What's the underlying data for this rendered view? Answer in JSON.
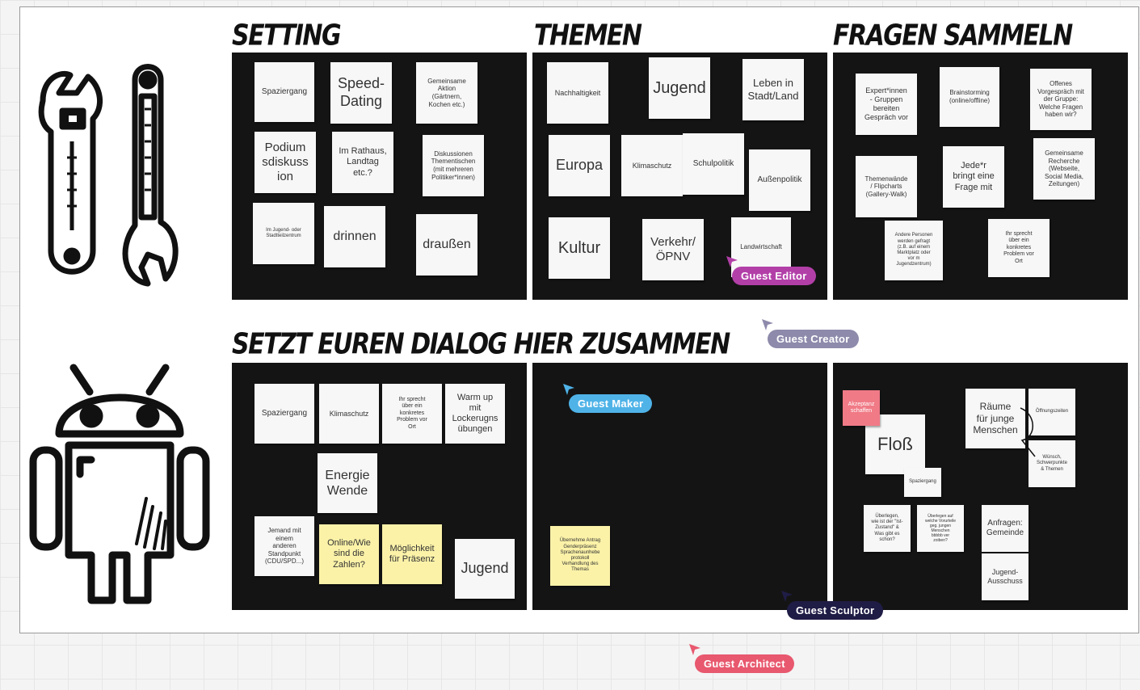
{
  "colors": {
    "panel": "#141414",
    "note": "#f7f7f7",
    "note_yellow": "#fbf2a8",
    "note_pink": "#f07a86",
    "guest_editor": "#b23fa8",
    "guest_creator": "#8d8aab",
    "guest_maker": "#4fb3e8",
    "guest_sculptor": "#1f1c45",
    "guest_architect": "#e8586e"
  },
  "sections": {
    "setting": "Setting",
    "themen": "Themen",
    "fragen": "Fragen sammeln",
    "dialog": "Setzt euren Dialog hier zusammen"
  },
  "notes": {
    "spaziergang": "Spaziergang",
    "speed_dating": "Speed-\nDating",
    "gemeinsame_aktion": "Gemeinsame\nAktion\n(Gärtnern,\nKochen etc.)",
    "podium": "Podium\nsdiskuss\nion",
    "rathaus": "Im Rathaus,\nLandtag\netc.?",
    "diskussionen": "Diskussionen\nThementischen\n(mit mehreren\nPolitiker*innen)",
    "jugendzentrum": "Im Jugend- oder\nStadtteilzentrum",
    "drinnen": "drinnen",
    "draussen": "draußen",
    "nachhaltigkeit": "Nachhaltigkeit",
    "jugend": "Jugend",
    "leben": "Leben in\nStadt/Land",
    "europa": "Europa",
    "klimaschutz": "Klimaschutz",
    "schulpolitik": "Schulpolitik",
    "aussenpolitik": "Außenpolitik",
    "kultur": "Kultur",
    "verkehr": "Verkehr/\nÖPNV",
    "landwirtschaft": "Landwirtschaft",
    "experts": "Expert*innen\n- Gruppen\nbereiten\nGespräch vor",
    "brainstorming": "Brainstorming\n(online/offline)",
    "offenes": "Offenes\nVorgespräch mit\nder Gruppe:\nWelche Fragen\nhaben wir?",
    "themenwaende": "Themenwände\n/ Flipcharts\n(Gallery-Walk)",
    "jede_frage": "Jede*r\nbringt eine\nFrage mit",
    "gemeinsame_recherche": "Gemeinsame\nRecherche\n(Webseite,\nSocial Media,\nZeitungen)",
    "andere_personen": "Andere Personen\nwerden gefragt\n(z.B. auf einem\nMarktplatz oder\nvor m\nJugendzentrum)",
    "ihr_sprecht_1": "Ihr sprecht\nüber ein\nkonkretes\nProblem vor\nOrt",
    "d_spaziergang": "Spaziergang",
    "d_klimaschutz": "Klimaschutz",
    "ihr_sprecht_2": "Ihr sprecht\nüber ein\nkonkretes\nProblem vor\nOrt",
    "warmup": "Warm up\nmit\nLockerugns\nübungen",
    "energiewende": "Energie\nWende",
    "jemand": "Jemand mit\neinem\nanderen\nStandpunkt\n(CDU/SPD...)",
    "online": "Online/Wie\nsind die\nZahlen?",
    "moeglichkeit": "Möglichkeit\nfür Präsenz",
    "d_jugend": "Jugend",
    "uebernehme": "Übernehme Antrag\nGenderpräsenz\nSprachenaunhebe\nprotokoll\nVerhandlung des\nThemas",
    "akzeptanz": "Akzeptanz\nschaffen",
    "floss": "Floß",
    "spaziergang_small": "Spaziergang",
    "raeume": "Räume\nfür junge\nMenschen",
    "oeffnungszeiten": "Öffnungszeiten",
    "wuensche": "Wünsch,\nSchwerpunkte\n& Themen",
    "ueberlegen_1": "Überlegen,\nwie ist der \"Ist-\nZustand\" &\nWas gibt es\nschon?",
    "ueberlegen_2": "Überlegen auf\nwelche Vorurteile\ngeg. jungen\nMenschen\nbbbbb ver\nzoiben?",
    "anfragen": "Anfragen:\nGemeinde",
    "jugend_ausschuss": "Jugend-\nAusschuss"
  },
  "icons": {
    "wrench": "wrench-icon",
    "spanner": "spanner-icon",
    "robot": "android-robot-icon",
    "cursor": "cursor-arrow-icon"
  },
  "cursors": {
    "editor": "Guest Editor",
    "creator": "Guest Creator",
    "maker": "Guest Maker",
    "sculptor": "Guest Sculptor",
    "architect": "Guest Architect"
  }
}
